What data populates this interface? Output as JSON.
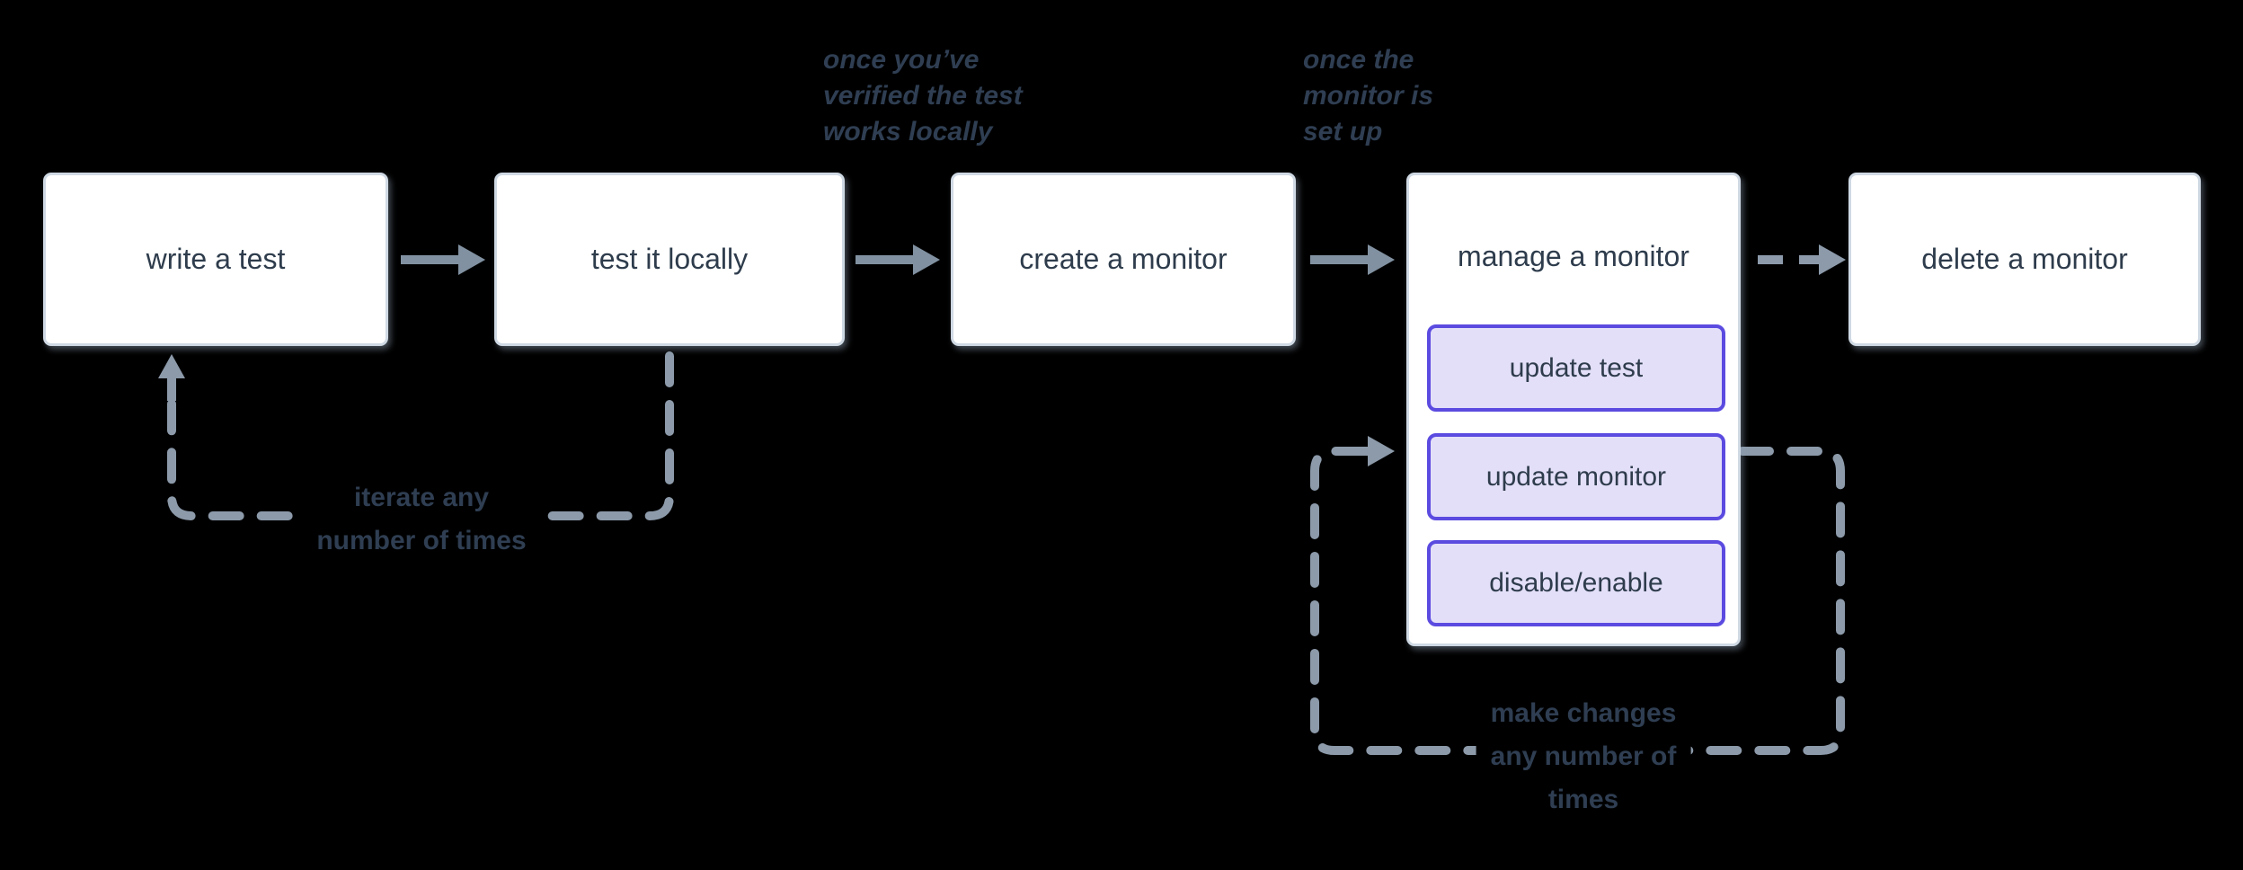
{
  "diagram": {
    "background": "#000000",
    "nodes": [
      {
        "label": "write a test"
      },
      {
        "label": "test it locally"
      },
      {
        "label": "create a monitor"
      },
      {
        "label": "manage a monitor",
        "children": [
          {
            "label": "update test"
          },
          {
            "label": "update monitor"
          },
          {
            "label": "disable/enable"
          }
        ]
      },
      {
        "label": "delete a monitor"
      }
    ],
    "annotations": [
      {
        "lines": [
          "once you’ve",
          "verified the test",
          "works locally"
        ]
      },
      {
        "lines": [
          "once the",
          "monitor is",
          "set up"
        ]
      }
    ],
    "loop_labels": [
      {
        "lines": [
          "iterate any",
          "number of times"
        ]
      },
      {
        "lines": [
          "make changes",
          "any number of",
          "times"
        ]
      }
    ],
    "colors": {
      "node_fill": "#ffffff",
      "node_border": "#cfd9e4",
      "node_text": "#2e3c4c",
      "sub_node_fill": "#e3dff9",
      "sub_node_border": "#5b4be0",
      "solid_arrow": "#8191a1",
      "dashed_arrow": "#8c9aaa",
      "annotation_text": "#2f3e52"
    }
  }
}
